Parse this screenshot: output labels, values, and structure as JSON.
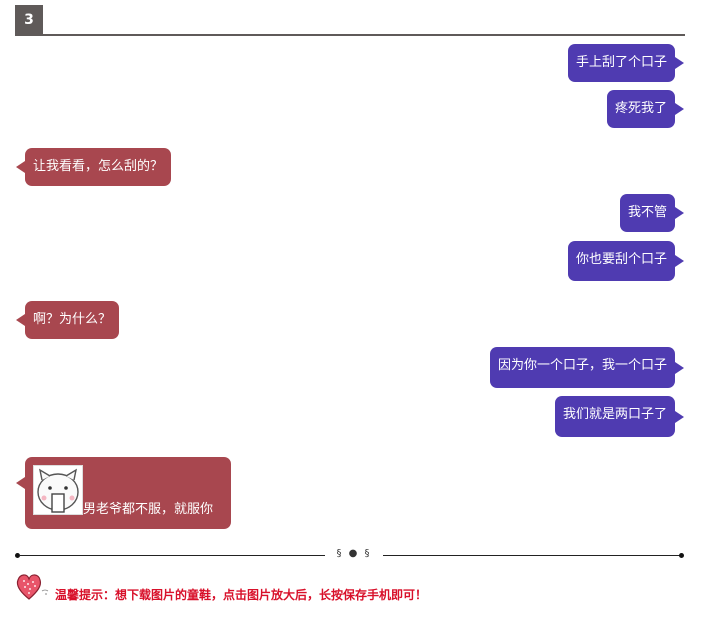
{
  "header": {
    "badge": "3"
  },
  "messages": [
    {
      "side": "right",
      "text": "手上刮了个口子"
    },
    {
      "side": "right",
      "text": "疼死我了"
    },
    {
      "side": "left",
      "text": "让我看看，怎么刮的？"
    },
    {
      "side": "right",
      "text": "我不管"
    },
    {
      "side": "right",
      "text": "你也要刮个口子"
    },
    {
      "side": "left",
      "text": "啊？为什么？"
    },
    {
      "side": "right",
      "text": "因为你一个口子，我一个口子"
    },
    {
      "side": "right",
      "text": "我们就是两口子了"
    },
    {
      "side": "left",
      "text": "男老爷都不服，就服你",
      "sticker": "pig-face-sticker"
    }
  ],
  "divider": {
    "ornament": "§ ● §"
  },
  "tip": {
    "icon": "heart-icon",
    "text": "温馨提示：想下载图片的童鞋，点击图片放大后，长按保存手机即可！"
  },
  "colors": {
    "right_bubble": "#4f3bb1",
    "left_bubble": "#a8474f",
    "tip_text": "#d8102a",
    "header": "#5f5a59"
  }
}
